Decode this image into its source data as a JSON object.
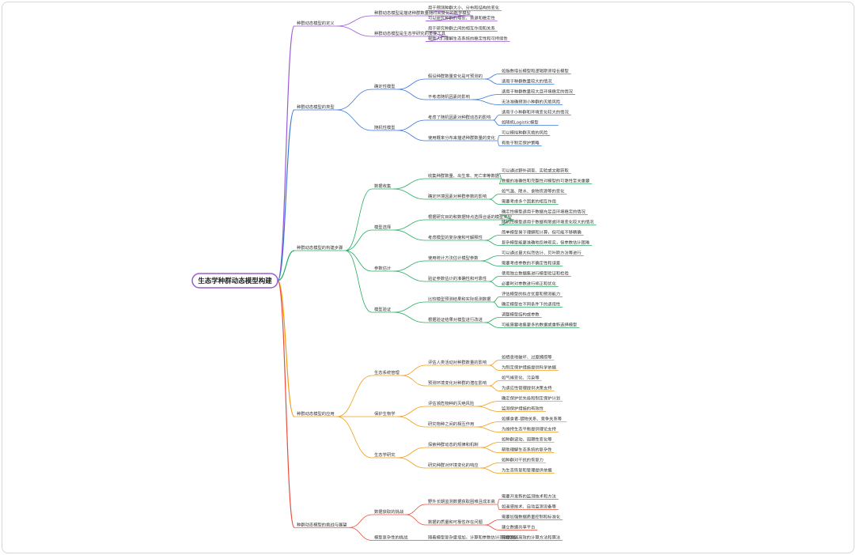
{
  "root": "生态学种群动态模型构建",
  "colors": [
    "#9b59d6",
    "#3a78d8",
    "#27ae60",
    "#f39c12",
    "#e74c3c"
  ],
  "branches": [
    {
      "label": "种群动态模型的定义",
      "children": [
        {
          "label": "种群动态模型是描述种群数量随时间变化的数学模型",
          "children": [
            {
              "label": "用于预测种群大小、分布和结构的变化"
            },
            {
              "label": "可以研究种群的增长、衰退和稳定性"
            }
          ]
        },
        {
          "label": "种群动态模型是生态学研究的重要工具",
          "children": [
            {
              "label": "用于研究种群之间的相互作用和关系"
            },
            {
              "label": "帮助人们理解生态系统的稳定性和可持续性"
            }
          ]
        }
      ]
    },
    {
      "label": "种群动态模型的类型",
      "children": [
        {
          "label": "确定性模型",
          "children": [
            {
              "label": "假设种群数量变化是可预测的",
              "children": [
                {
                  "label": "如指数增长模型和逻辑斯谛增长模型"
                },
                {
                  "label": "适用于种群数量较大的情况"
                }
              ]
            },
            {
              "label": "不考虑随机因素的影响",
              "children": [
                {
                  "label": "适用于种群数量较大且环境稳定的情况"
                },
                {
                  "label": "无法准确预测小种群的灭绝风险"
                }
              ]
            }
          ]
        },
        {
          "label": "随机性模型",
          "children": [
            {
              "label": "考虑了随机因素对种群动态的影响",
              "children": [
                {
                  "label": "适用于小种群和环境变化较大的情况"
                },
                {
                  "label": "如随机Logistic模型"
                }
              ]
            },
            {
              "label": "使用概率分布来描述种群数量的变化",
              "children": [
                {
                  "label": "可以模拟种群灭绝的风险"
                },
                {
                  "label": "有助于制定保护策略"
                }
              ]
            }
          ]
        }
      ]
    },
    {
      "label": "种群动态模型的构建步骤",
      "children": [
        {
          "label": "数据收集",
          "children": [
            {
              "label": "收集种群数量、出生率、死亡率等数据",
              "children": [
                {
                  "label": "可以通过野外调查、实验或文献获取"
                },
                {
                  "label": "数据的准确性和完整性对模型的可靠性至关重要"
                }
              ]
            },
            {
              "label": "确定环境因素对种群参数的影响",
              "children": [
                {
                  "label": "如气温、降水、食物资源等的变化"
                },
                {
                  "label": "需要考虑多个因素的相互作用"
                }
              ]
            }
          ]
        },
        {
          "label": "模型选择",
          "children": [
            {
              "label": "根据研究目的和数据特点选择合适的模型类型",
              "children": [
                {
                  "label": "确定性模型适用于数据充足且环境稳定的情况"
                },
                {
                  "label": "随机性模型适用于数据有限或环境变化较大的情况"
                }
              ]
            },
            {
              "label": "考虑模型的复杂度和可解释性",
              "children": [
                {
                  "label": "简单模型易于理解和计算，但可能不够精确"
                },
                {
                  "label": "复杂模型能更准确地反映现实，但参数估计困难"
                }
              ]
            }
          ]
        },
        {
          "label": "参数估计",
          "children": [
            {
              "label": "使用统计方法估计模型参数",
              "children": [
                {
                  "label": "可以通过最大似然估计、贝叶斯方法等进行"
                },
                {
                  "label": "需要考虑参数的不确定性和误差"
                }
              ]
            },
            {
              "label": "验证参数估计的准确性和可靠性",
              "children": [
                {
                  "label": "使用独立数据集进行模型验证和检验"
                },
                {
                  "label": "必要时对参数进行修正和优化"
                }
              ]
            }
          ]
        },
        {
          "label": "模型验证",
          "children": [
            {
              "label": "比较模型预测结果和实际观测数据",
              "children": [
                {
                  "label": "评估模型的拟合优度和预测能力"
                },
                {
                  "label": "确定模型在不同条件下的适用性"
                }
              ]
            },
            {
              "label": "根据验证结果对模型进行改进",
              "children": [
                {
                  "label": "调整模型结构或参数"
                },
                {
                  "label": "可能需要收集更多的数据或重新选择模型"
                }
              ]
            }
          ]
        }
      ]
    },
    {
      "label": "种群动态模型的应用",
      "children": [
        {
          "label": "生态系统管理",
          "children": [
            {
              "label": "评估人类活动对种群数量的影响",
              "children": [
                {
                  "label": "如栖息地破坏、过度捕捞等"
                },
                {
                  "label": "为制定保护措施提供科学依据"
                }
              ]
            },
            {
              "label": "预测环境变化对种群的潜在影响",
              "children": [
                {
                  "label": "如气候变化、污染等"
                },
                {
                  "label": "为适应性管理提供决策支持"
                }
              ]
            }
          ]
        },
        {
          "label": "保护生物学",
          "children": [
            {
              "label": "评估濒危物种的灭绝风险",
              "children": [
                {
                  "label": "确定保护优先级和制定保护计划"
                },
                {
                  "label": "监测保护措施的有效性"
                }
              ]
            },
            {
              "label": "研究物种之间的相互作用",
              "children": [
                {
                  "label": "如捕食者-猎物关系、竞争关系等"
                },
                {
                  "label": "为维持生态平衡提供理论支持"
                }
              ]
            }
          ]
        },
        {
          "label": "生态学研究",
          "children": [
            {
              "label": "探索种群动态的规律和机制",
              "children": [
                {
                  "label": "如种群波动、周期性变化等"
                },
                {
                  "label": "帮助理解生态系统的复杂性"
                }
              ]
            },
            {
              "label": "研究种群对环境变化的响应",
              "children": [
                {
                  "label": "如种群对干扰的恢复力"
                },
                {
                  "label": "为生态恢复和管理提供依据"
                }
              ]
            }
          ]
        }
      ]
    },
    {
      "label": "种群动态模型的挑战与展望",
      "children": [
        {
          "label": "数据获取的挑战",
          "children": [
            {
              "label": "野外长期监测数据获取困难且成本高",
              "children": [
                {
                  "label": "需要开发新的监测技术和方法"
                },
                {
                  "label": "如遥感技术、自动监测设备等"
                }
              ]
            },
            {
              "label": "数据的质量和可靠性存在问题",
              "children": [
                {
                  "label": "需要加强数据质量控制和标准化"
                },
                {
                  "label": "建立数据共享平台"
                }
              ]
            }
          ]
        },
        {
          "label": "模型复杂性的挑战",
          "children": [
            {
              "label": "随着模型复杂度增加，计算和参数估计变得困难",
              "children": [
                {
                  "label": "需要发展高效的计算方法和算法"
                }
              ]
            }
          ]
        }
      ]
    }
  ]
}
